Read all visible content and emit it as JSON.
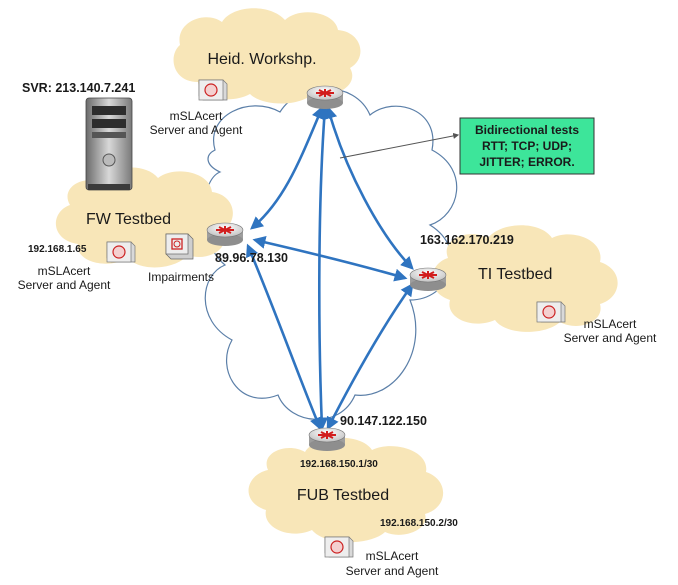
{
  "sites": {
    "heid": {
      "name": "Heid. Workshp.",
      "agent_line1": "mSLAcert",
      "agent_line2": "Server and Agent"
    },
    "fw": {
      "name": "FW Testbed",
      "ip": "192.168.1.65",
      "agent_line1": "mSLAcert",
      "agent_line2": "Server and Agent",
      "impairments": "Impairments",
      "router_ip": "89.96.78.130"
    },
    "ti": {
      "name": "TI Testbed",
      "router_ip": "163.162.170.219",
      "agent_line1": "mSLAcert",
      "agent_line2": "Server and Agent"
    },
    "fub": {
      "name": "FUB Testbed",
      "router_ip": "90.147.122.150",
      "subnet_a": "192.168.150.1/30",
      "subnet_b": "192.168.150.2/30",
      "agent_line1": "mSLAcert",
      "agent_line2": "Server and Agent"
    }
  },
  "server": {
    "label": "SVR: 213.140.7.241"
  },
  "callout": {
    "line1": "Bidirectional tests",
    "line2": "RTT; TCP; UDP;",
    "line3": "JITTER; ERROR."
  },
  "colors": {
    "cloud": "#f8e6b8",
    "arrow": "#2f74c0",
    "callout": "#3de59a",
    "outline": "#5b7fa8"
  }
}
